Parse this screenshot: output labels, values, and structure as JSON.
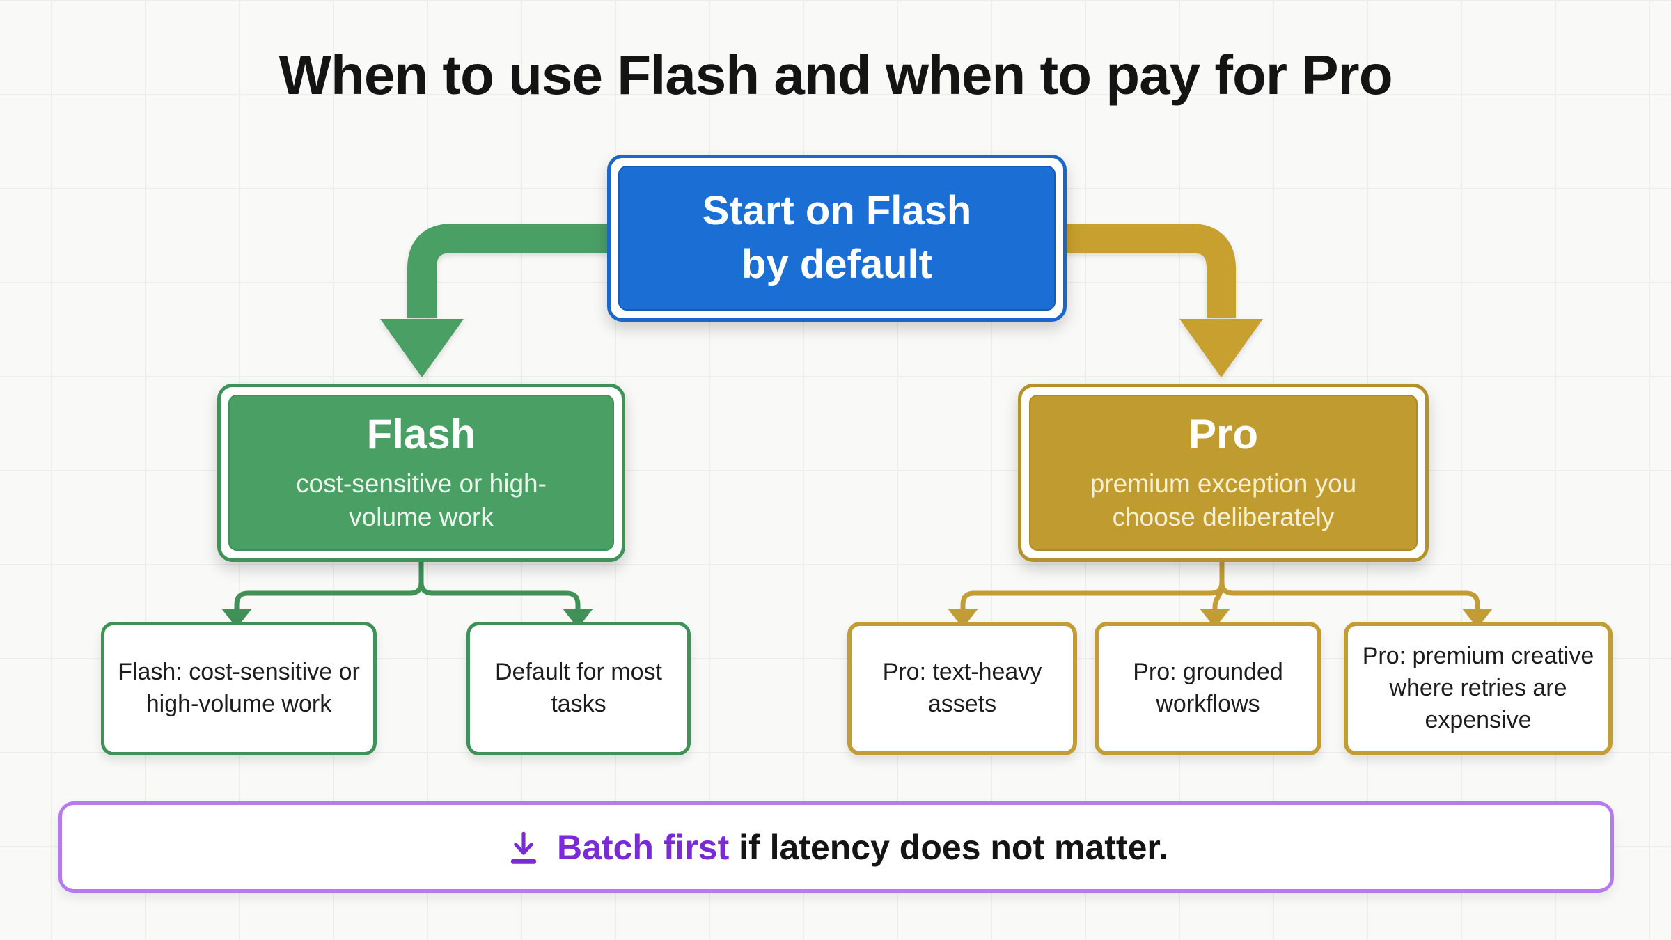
{
  "title": "When to use Flash and when to pay for Pro",
  "root_node": {
    "line1": "Start on Flash",
    "line2": "by default"
  },
  "flash_node": {
    "title": "Flash",
    "subtitle": "cost-sensitive or high-volume work"
  },
  "pro_node": {
    "title": "Pro",
    "subtitle": "premium exception you choose deliberately"
  },
  "flash_leaves": [
    {
      "label": "Flash: cost-sensitive or high-volume work"
    },
    {
      "label": "Default for most tasks"
    }
  ],
  "pro_leaves": [
    {
      "label": "Pro: text-heavy assets"
    },
    {
      "label": "Pro: grounded workflows"
    },
    {
      "label": "Pro: premium creative where retries are expensive"
    }
  ],
  "footnote": {
    "icon": "download-icon",
    "highlight": "Batch first",
    "rest": " if latency does not matter."
  },
  "colors": {
    "background": "#f9f9f7",
    "grid_line": "#ededea",
    "root_fill": "#1b6fd4",
    "root_border": "#1b66c9",
    "flash_fill": "#4a9f64",
    "flash_border": "#3f9158",
    "pro_fill": "#bf9b30",
    "pro_border": "#b3922c",
    "gold_arrow": "#c8a02f",
    "green_arrow": "#4a9f64",
    "footnote_border": "#b57bee",
    "footnote_highlight": "#7a2bd6",
    "title_text": "#141414",
    "leaf_text": "#1d1d1f"
  }
}
